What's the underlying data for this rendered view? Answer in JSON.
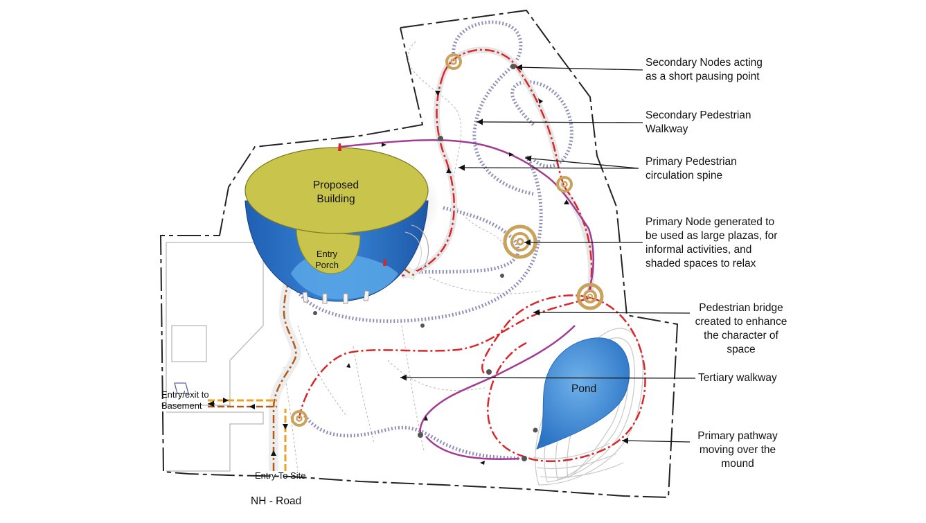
{
  "labels": {
    "proposed_building": [
      "Proposed",
      "Building"
    ],
    "entry_porch": [
      "Entry",
      "Porch"
    ],
    "pond": "Pond",
    "entry_exit_basement": [
      "Entry/exit to",
      "Basement"
    ],
    "entry_to_site": "Entry To Site",
    "nh_road": "NH - Road"
  },
  "callouts": [
    {
      "lines": [
        "Secondary Nodes acting",
        "as a short pausing point"
      ]
    },
    {
      "lines": [
        "Secondary Pedestrian",
        "Walkway"
      ]
    },
    {
      "lines": [
        "Primary Pedestrian",
        "circulation spine"
      ]
    },
    {
      "lines": [
        "Primary Node generated to",
        "be used as large plazas,  for",
        "informal activities, and",
        "shaded spaces to relax"
      ]
    },
    {
      "lines": [
        "Pedestrian bridge",
        "created to enhance",
        "the character of",
        "space"
      ]
    },
    {
      "lines": [
        "Tertiary walkway"
      ]
    },
    {
      "lines": [
        "Primary pathway",
        "moving over the",
        "mound"
      ]
    }
  ],
  "colors": {
    "primary_spine": "#d8262b",
    "secondary_walkway": "#8d8fb8",
    "bridge": "#a23c93",
    "node_ring": "#c9a35c",
    "building_top": "#c9c44c",
    "building_blue": "#2f74c9",
    "pond": "#3a87d5",
    "entry_road": "#e8a224"
  }
}
